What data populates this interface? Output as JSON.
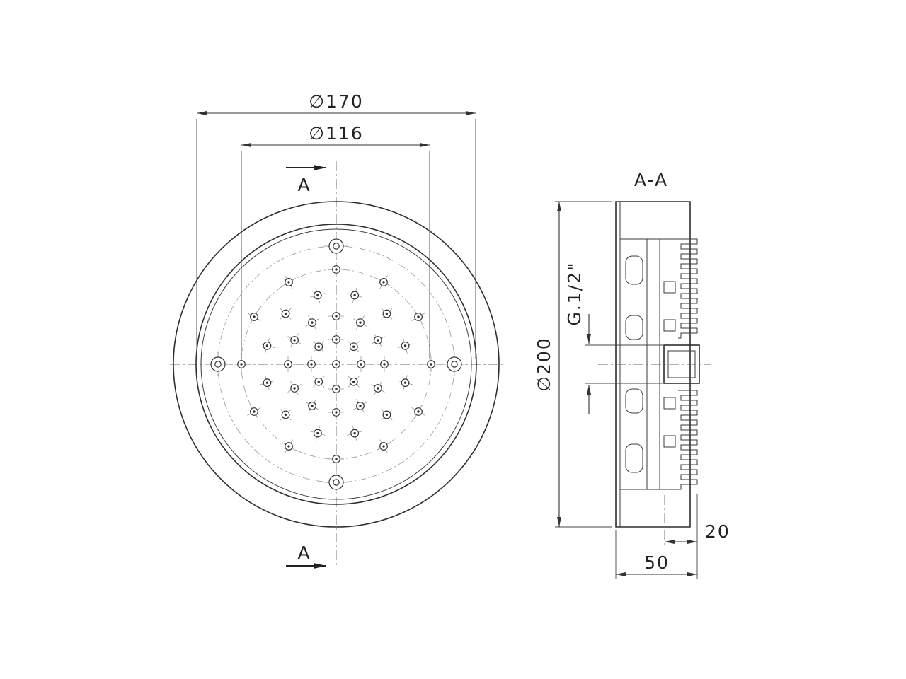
{
  "drawing": {
    "type": "technical-drawing-shower-head",
    "labels": {
      "dia170": "∅170",
      "dia116": "∅116",
      "dia200": "∅200",
      "thread": "G.1/2\"",
      "len20": "20",
      "len50": "50",
      "cut_top": "A",
      "cut_bottom": "A",
      "section_title": "A-A"
    },
    "values": {
      "face_plate_diameter_mm": 170,
      "nozzle_circle_diameter_mm": 116,
      "overall_diameter_mm": 200,
      "connection_thread": "G 1/2\"",
      "depth_mm": 50,
      "protrusion_mm": 20
    }
  }
}
